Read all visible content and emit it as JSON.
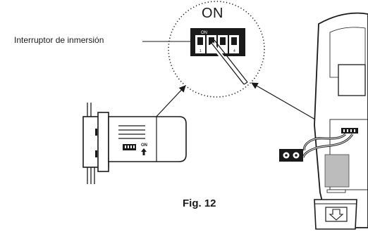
{
  "labels": {
    "dip_switch": "Interruptor de inmersión",
    "on_big": "ON",
    "on_switch_small": "ON",
    "on_module": "ON",
    "figure_caption": "Fig. 12"
  },
  "colors": {
    "ink": "#1a1a1a",
    "screen_fill": "#bcbcbc",
    "background": "#ffffff"
  }
}
